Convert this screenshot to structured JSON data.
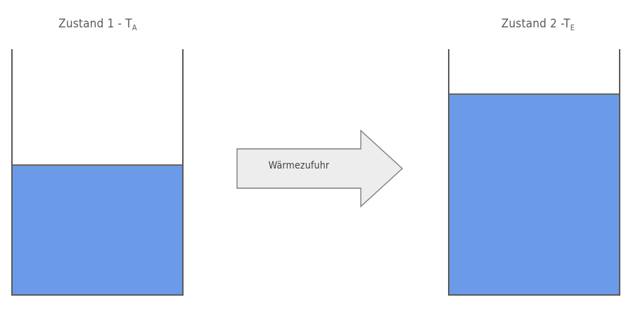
{
  "diagram": {
    "type": "process-state-diagram",
    "background_color": "#ffffff",
    "left_state": {
      "title_prefix": "Zustand 1 - T",
      "title_subscript": "A",
      "vessel": {
        "border_color": "#595959",
        "liquid_color": "#6B9BE8",
        "liquid_surface_color": "#6b6555",
        "fill_fraction": 0.53
      }
    },
    "right_state": {
      "title_prefix": "Zustand 2 -T",
      "title_subscript": "E",
      "vessel": {
        "border_color": "#595959",
        "liquid_color": "#6B9BE8",
        "liquid_surface_color": "#6b6555",
        "fill_fraction": 0.82
      }
    },
    "transition_arrow": {
      "label": "Wärmezufuhr",
      "direction": "right",
      "fill_color": "#EDEDED",
      "border_color": "#7F7F7F",
      "label_color": "#404040"
    }
  }
}
